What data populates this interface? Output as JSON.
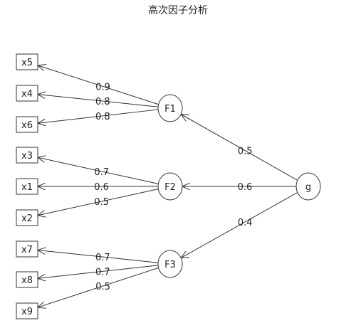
{
  "title": "高次因子分析",
  "nodes": [
    {
      "id": "x5",
      "label": "x5",
      "shape": "box"
    },
    {
      "id": "x4",
      "label": "x4",
      "shape": "box"
    },
    {
      "id": "x6",
      "label": "x6",
      "shape": "box"
    },
    {
      "id": "x3",
      "label": "x3",
      "shape": "box"
    },
    {
      "id": "x1",
      "label": "x1",
      "shape": "box"
    },
    {
      "id": "x2",
      "label": "x2",
      "shape": "box"
    },
    {
      "id": "x7",
      "label": "x7",
      "shape": "box"
    },
    {
      "id": "x8",
      "label": "x8",
      "shape": "box"
    },
    {
      "id": "x9",
      "label": "x9",
      "shape": "box"
    },
    {
      "id": "F1",
      "label": "F1",
      "shape": "ellipse"
    },
    {
      "id": "F2",
      "label": "F2",
      "shape": "ellipse"
    },
    {
      "id": "F3",
      "label": "F3",
      "shape": "ellipse"
    },
    {
      "id": "g",
      "label": "g",
      "shape": "ellipse"
    }
  ],
  "edges": [
    {
      "from": "F1",
      "to": "x5",
      "label": "0.9"
    },
    {
      "from": "F1",
      "to": "x4",
      "label": "0.8"
    },
    {
      "from": "F1",
      "to": "x6",
      "label": "0.8"
    },
    {
      "from": "F2",
      "to": "x3",
      "label": "0.7"
    },
    {
      "from": "F2",
      "to": "x1",
      "label": "0.6"
    },
    {
      "from": "F2",
      "to": "x2",
      "label": "0.5"
    },
    {
      "from": "F3",
      "to": "x7",
      "label": "0.7"
    },
    {
      "from": "F3",
      "to": "x8",
      "label": "0.7"
    },
    {
      "from": "F3",
      "to": "x9",
      "label": "0.5"
    },
    {
      "from": "g",
      "to": "F1",
      "label": "0.5"
    },
    {
      "from": "g",
      "to": "F2",
      "label": "0.6"
    },
    {
      "from": "g",
      "to": "F3",
      "label": "0.4"
    }
  ]
}
